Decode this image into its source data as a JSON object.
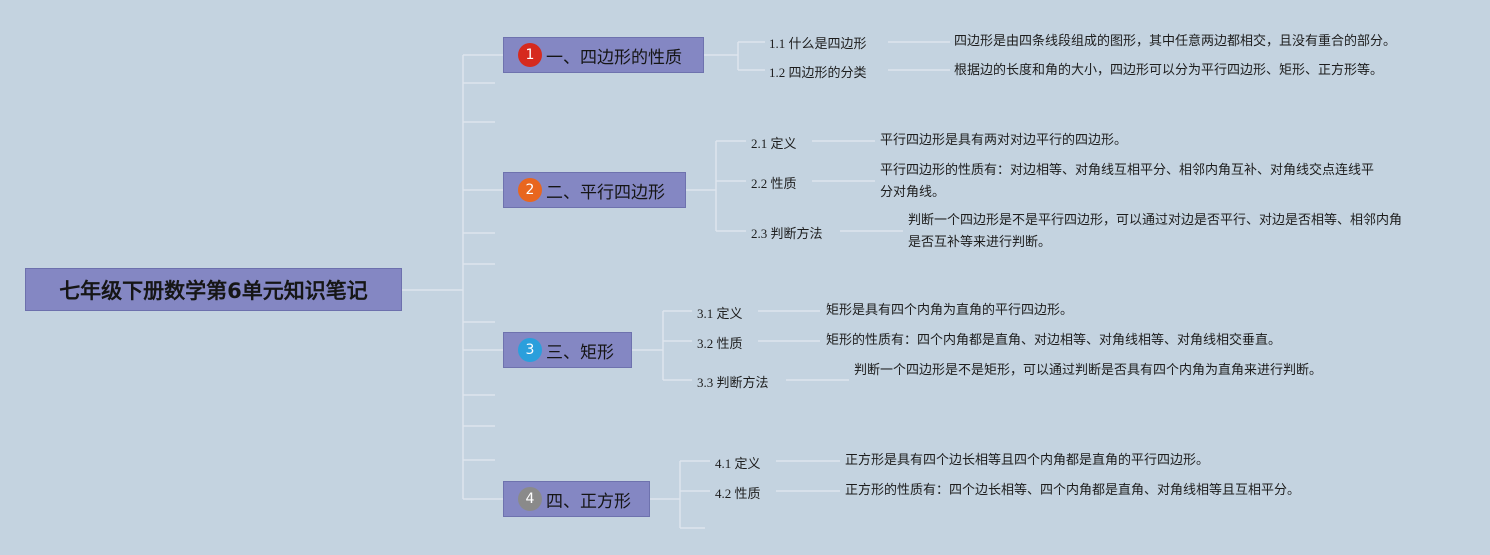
{
  "root": {
    "title": "七年级下册数学第6单元知识笔记"
  },
  "colors": {
    "node_fill": "#8487c3",
    "badge_1": "#d62a1e",
    "badge_2": "#e8661f",
    "badge_3": "#2a9fdc",
    "badge_4": "#8a8a8a",
    "line": "#dde5ee"
  },
  "topics": [
    {
      "badge": "1",
      "title": "一、四边形的性质",
      "children": [
        {
          "label": "1.1 什么是四边形",
          "desc": "四边形是由四条线段组成的图形，其中任意两边都相交，且没有重合的部分。"
        },
        {
          "label": "1.2 四边形的分类",
          "desc": "根据边的长度和角的大小，四边形可以分为平行四边形、矩形、正方形等。"
        }
      ]
    },
    {
      "badge": "2",
      "title": "二、平行四边形",
      "children": [
        {
          "label": "2.1 定义",
          "desc": "平行四边形是具有两对对边平行的四边形。"
        },
        {
          "label": "2.2 性质",
          "desc": "平行四边形的性质有：对边相等、对角线互相平分、相邻内角互补、对角线交点连线平分对角线。"
        },
        {
          "label": "2.3 判断方法",
          "desc": "判断一个四边形是不是平行四边形，可以通过对边是否平行、对边是否相等、相邻内角是否互补等来进行判断。"
        }
      ]
    },
    {
      "badge": "3",
      "title": "三、矩形",
      "children": [
        {
          "label": "3.1 定义",
          "desc": "矩形是具有四个内角为直角的平行四边形。"
        },
        {
          "label": "3.2 性质",
          "desc": "矩形的性质有：四个内角都是直角、对边相等、对角线相等、对角线相交垂直。"
        },
        {
          "label": "3.3 判断方法",
          "desc": "判断一个四边形是不是矩形，可以通过判断是否具有四个内角为直角来进行判断。"
        }
      ]
    },
    {
      "badge": "4",
      "title": "四、正方形",
      "children": [
        {
          "label": "4.1 定义",
          "desc": "正方形是具有四个边长相等且四个内角都是直角的平行四边形。"
        },
        {
          "label": "4.2 性质",
          "desc": "正方形的性质有：四个边长相等、四个内角都是直角、对角线相等且互相平分。"
        }
      ]
    }
  ]
}
